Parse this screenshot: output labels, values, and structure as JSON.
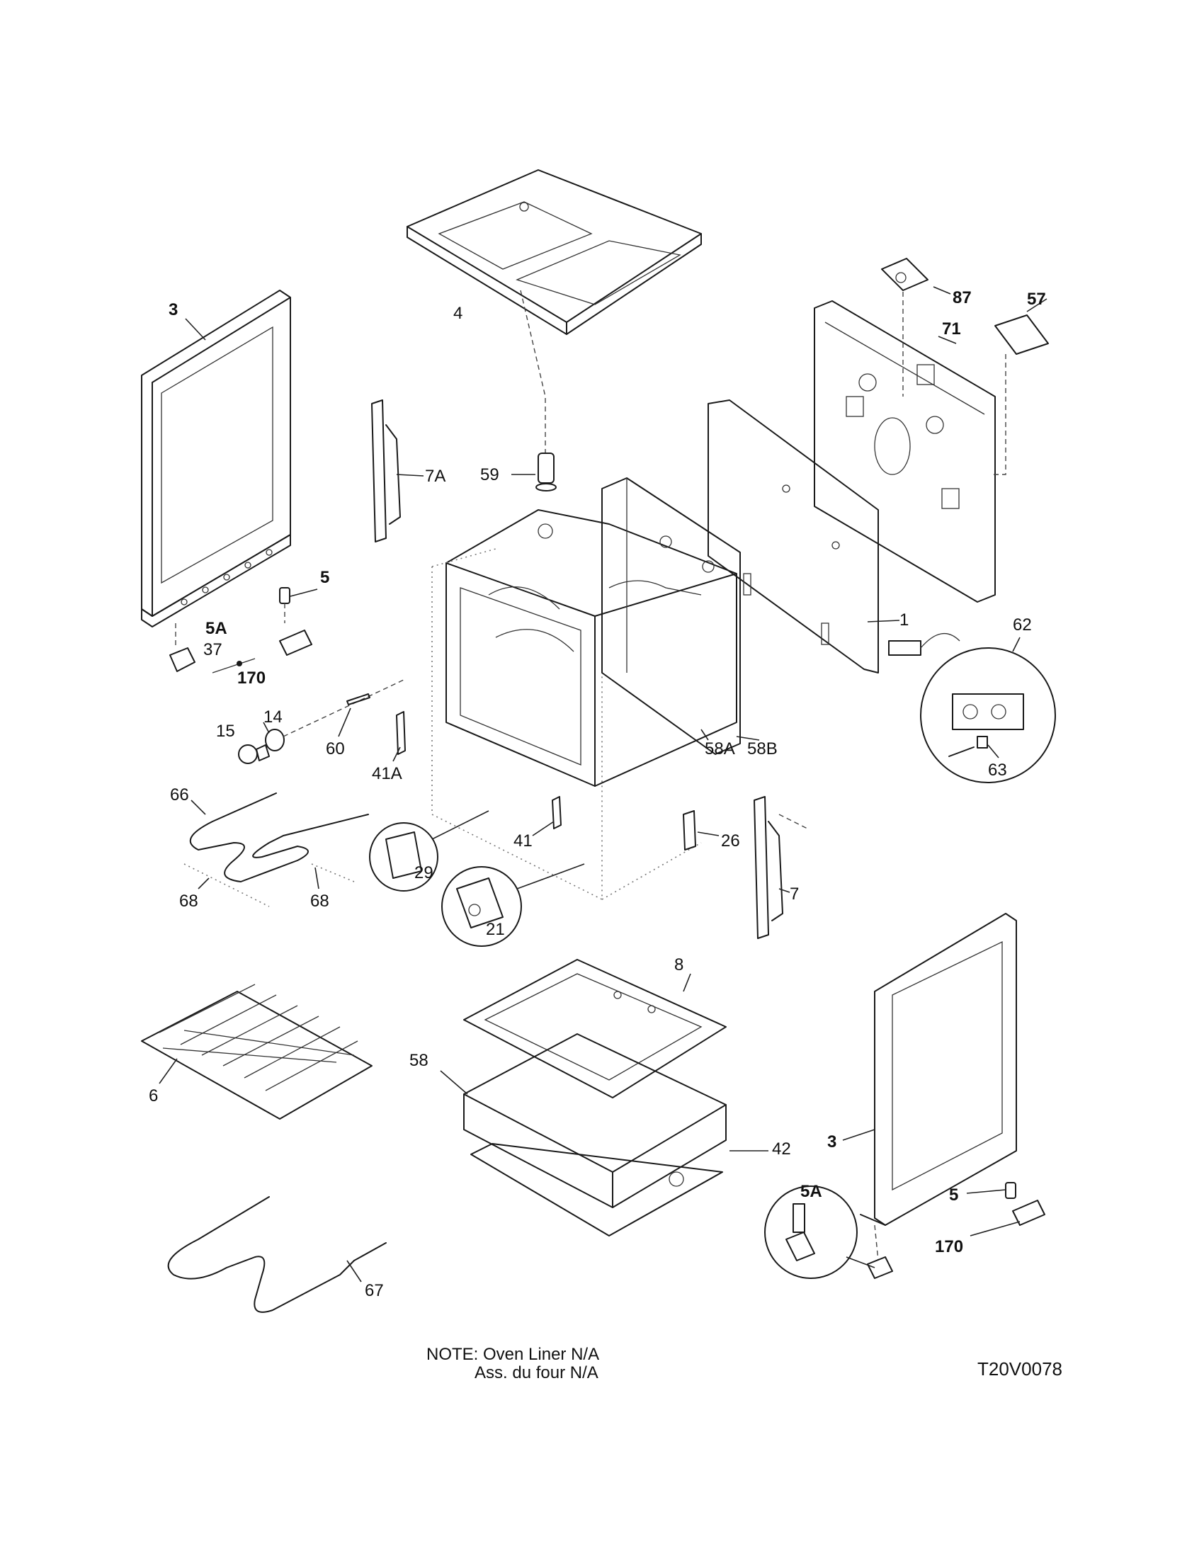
{
  "labels": {
    "p3_left": "3",
    "p3_right": "3",
    "p4": "4",
    "p5_left": "5",
    "p5_right": "5",
    "p5A_left": "5A",
    "p5A_right": "5A",
    "p6": "6",
    "p7": "7",
    "p7A": "7A",
    "p8": "8",
    "p1": "1",
    "p14": "14",
    "p15": "15",
    "p21": "21",
    "p26": "26",
    "p29": "29",
    "p37": "37",
    "p41": "41",
    "p41A": "41A",
    "p42": "42",
    "p57": "57",
    "p58": "58",
    "p58A": "58A",
    "p58B": "58B",
    "p59": "59",
    "p60": "60",
    "p62": "62",
    "p63": "63",
    "p66": "66",
    "p67": "67",
    "p68_left": "68",
    "p68_right": "68",
    "p71": "71",
    "p87": "87",
    "p170_left": "170",
    "p170_right": "170"
  },
  "note": {
    "line1": "NOTE: Oven Liner N/A",
    "line2": "Ass. du four N/A"
  },
  "diagram_code": "T20V0078"
}
